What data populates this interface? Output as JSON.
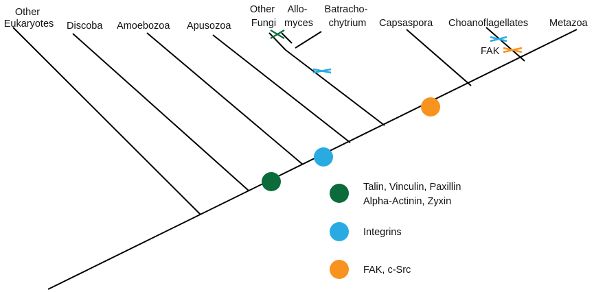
{
  "colors": {
    "green": "#0b6b3a",
    "blue": "#29abe2",
    "orange": "#f7931e",
    "line": "#000000"
  },
  "taxa": {
    "other_eukaryotes": [
      "Other",
      "Eukaryotes"
    ],
    "discoba": "Discoba",
    "amoebozoa": "Amoebozoa",
    "apusozoa": "Apusozoa",
    "other_fungi": [
      "Other",
      "Fungi"
    ],
    "allomyces": [
      "Allo-",
      "myces"
    ],
    "batrachochytrium": [
      "Batracho-",
      "chytrium"
    ],
    "capsaspora": "Capsaspora",
    "choanoflagellates": "Choanoflagellates",
    "metazoa": "Metazoa"
  },
  "annotations": {
    "fak_loss": "FAK"
  },
  "legend": {
    "items": [
      {
        "color_key": "green",
        "lines": [
          "Talin, Vinculin, Paxillin",
          "Alpha-Actinin, Zyxin"
        ]
      },
      {
        "color_key": "blue",
        "lines": [
          "Integrins"
        ]
      },
      {
        "color_key": "orange",
        "lines": [
          "FAK, c-Src"
        ]
      }
    ]
  }
}
